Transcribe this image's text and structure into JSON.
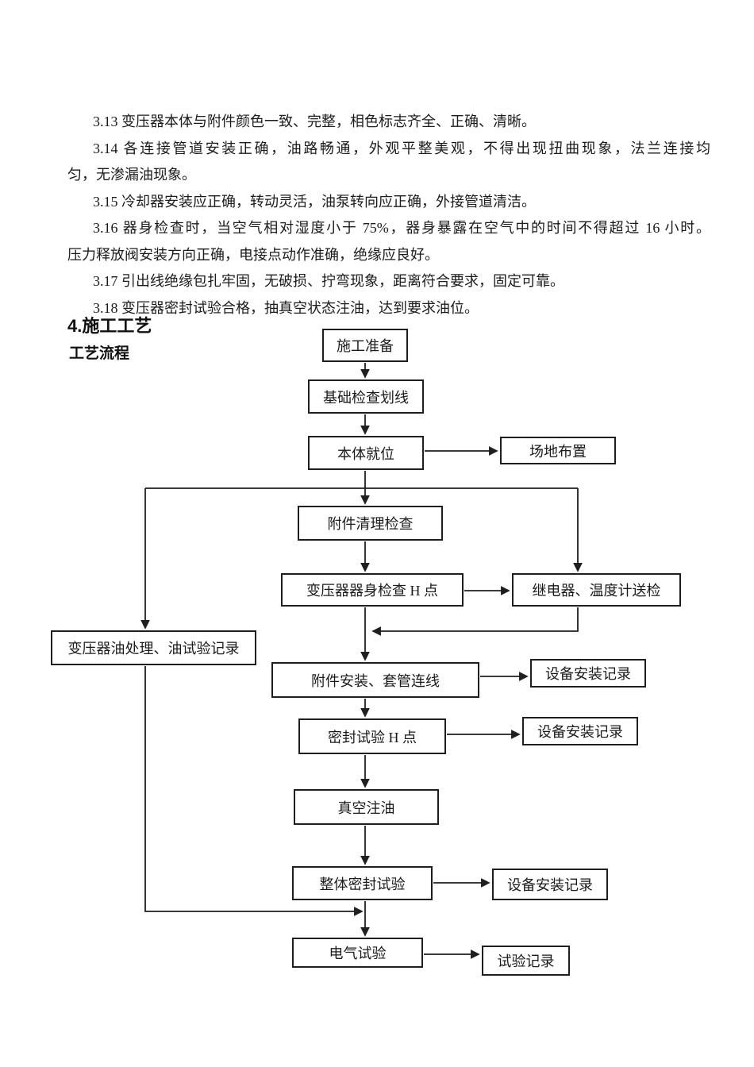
{
  "colors": {
    "ink": "#1f1f1f",
    "background": "#ffffff"
  },
  "document": {
    "lines": [
      {
        "text": "3.13 变压器本体与附件颜色一致、完整，相色标志齐全、正确、清晰。"
      },
      {
        "text": "3.14 各连接管道安装正确，油路畅通，外观平整美观，不得出现扭曲现象，法兰连接均"
      },
      {
        "text": "匀，无渗漏油现象。"
      },
      {
        "text": "3.15 冷却器安装应正确，转动灵活，油泵转向应正确，外接管道清洁。"
      },
      {
        "text": "3.16 器身检查时，当空气相对湿度小于 75%，器身暴露在空气中的时间不得超过 16 小时。"
      },
      {
        "text": "压力释放阀安装方向正确，电接点动作准确，绝缘应良好。"
      },
      {
        "text": "3.17 引出线绝缘包扎牢固，无破损、拧弯现象，距离符合要求，固定可靠。"
      },
      {
        "text": "3.18 变压器密封试验合格，抽真空状态注油，达到要求油位。"
      }
    ],
    "section_heading": "4.施工工艺",
    "flow_label": "工艺流程"
  },
  "flowchart": {
    "nodes": [
      {
        "id": "construction-prep",
        "label": "施工准备"
      },
      {
        "id": "foundation-check",
        "label": "基础检查划线"
      },
      {
        "id": "body-positioning",
        "label": "本体就位"
      },
      {
        "id": "site-layout",
        "label": "场地布置"
      },
      {
        "id": "accessory-cleaning",
        "label": "附件清理检查"
      },
      {
        "id": "body-inspection-h",
        "label": "变压器器身检查 H 点"
      },
      {
        "id": "relay-thermometer",
        "label": "继电器、温度计送检"
      },
      {
        "id": "oil-treatment",
        "label": "变压器油处理、油试验记录"
      },
      {
        "id": "accessory-install",
        "label": "附件安装、套管连线"
      },
      {
        "id": "install-record-1",
        "label": "设备安装记录"
      },
      {
        "id": "seal-test-h",
        "label": "密封试验 H 点"
      },
      {
        "id": "install-record-2",
        "label": "设备安装记录"
      },
      {
        "id": "vacuum-oiling",
        "label": "真空注油"
      },
      {
        "id": "overall-seal-test",
        "label": "整体密封试验"
      },
      {
        "id": "install-record-3",
        "label": "设备安装记录"
      },
      {
        "id": "electrical-test",
        "label": "电气试验"
      },
      {
        "id": "test-record",
        "label": "试验记录"
      }
    ]
  }
}
